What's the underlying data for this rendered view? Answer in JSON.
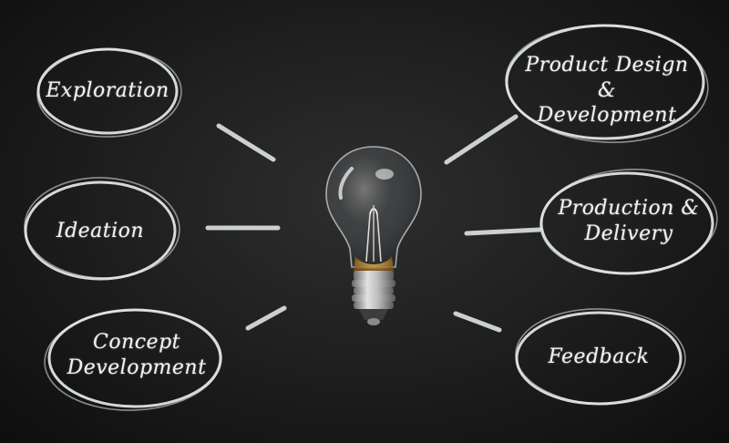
{
  "nodes": {
    "exploration": "Exploration",
    "ideation": "Ideation",
    "concept_line1": "Concept",
    "concept_line2": "Development",
    "product_line1": "Product Design &",
    "product_line2": "Development",
    "production_line1": "Production &",
    "production_line2": "Delivery",
    "feedback": "Feedback"
  },
  "colors": {
    "board": "#1a1a1a",
    "chalk": "#e8efe9",
    "bulb_base": "#c9c9c9",
    "filament_glow": "#d79a3a"
  },
  "icons": {
    "center": "lightbulb-icon"
  }
}
